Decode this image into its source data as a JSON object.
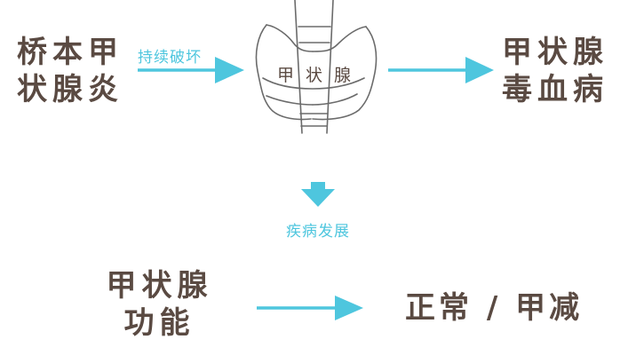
{
  "left_node": {
    "line1": "桥本甲",
    "line2": "状腺炎"
  },
  "edge_label": "持续破坏",
  "organ_label": [
    "甲",
    "状",
    "腺"
  ],
  "right_node": {
    "line1": "甲状腺",
    "line2": "毒血病"
  },
  "progress_label": "疾病发展",
  "function_node": {
    "line1": "甲状腺",
    "line2": "功能"
  },
  "result_node": "正常 / 甲减",
  "colors": {
    "arrow": "#4ec6de",
    "text": "#5a4a42",
    "sketch": "#6b6b6b"
  }
}
